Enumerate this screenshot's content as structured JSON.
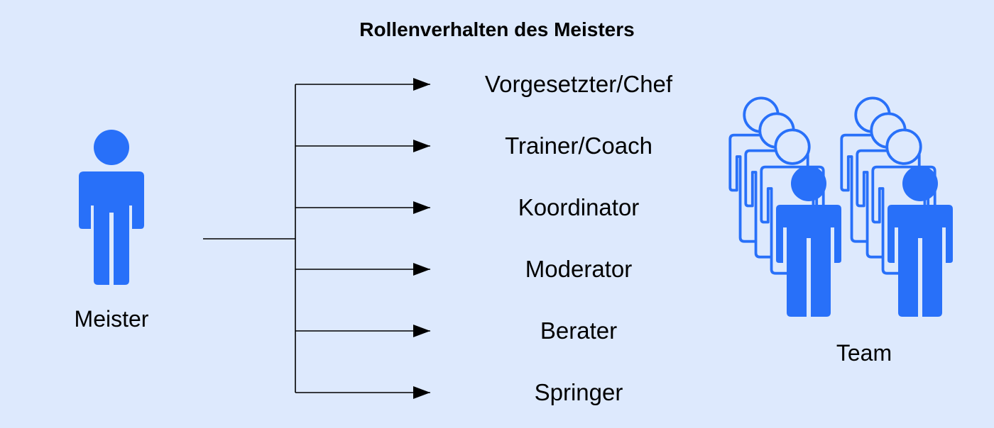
{
  "title": "Rollenverhalten des Meisters",
  "left_figure": {
    "label": "Meister",
    "icon": "person-icon"
  },
  "right_figure": {
    "label": "Team",
    "icon": "team-icon"
  },
  "roles": [
    "Vorgesetzter/Chef",
    "Trainer/Coach",
    "Koordinator",
    "Moderator",
    "Berater",
    "Springer"
  ],
  "colors": {
    "background": "#dde9fd",
    "figure": "#2870f9",
    "line": "#000000"
  }
}
